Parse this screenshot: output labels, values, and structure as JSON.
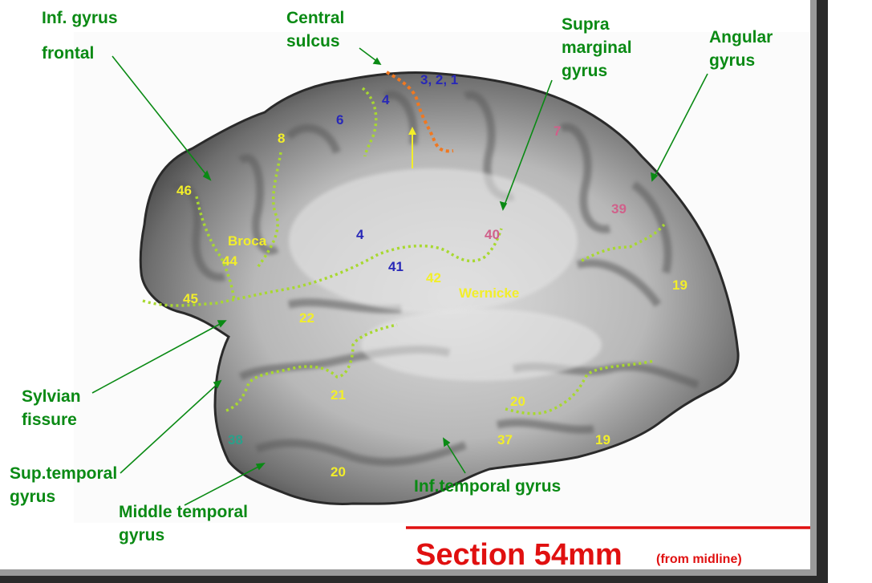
{
  "title": {
    "main": "Section 54mm",
    "sub": "(from midline)"
  },
  "annotations": {
    "inf_gyrus": "Inf. gyrus",
    "frontal": "frontal",
    "central_1": "Central",
    "central_2": "sulcus",
    "supra_1": "Supra",
    "supra_2": "marginal",
    "supra_3": "gyrus",
    "angular_1": "Angular",
    "angular_2": "gyrus",
    "sylvian_1": "Sylvian",
    "sylvian_2": "fissure",
    "suptemp_1": "Sup.temporal",
    "suptemp_2": "gyrus",
    "midtemp_1": "Middle temporal",
    "midtemp_2": "gyrus",
    "inftemp": "Inf.temporal gyrus"
  },
  "areas": {
    "a46": "46",
    "a8": "8",
    "a6": "6",
    "a4_top": "4",
    "a321": "3, 2, 1",
    "a7": "7",
    "a39": "39",
    "a40": "40",
    "a4_mid": "4",
    "a41": "41",
    "a42": "42",
    "a44": "44",
    "a45": "45",
    "a22": "22",
    "a21": "21",
    "a38": "38",
    "a20_low": "20",
    "a20_right": "20",
    "a37": "37",
    "a19_low": "19",
    "a19_right": "19",
    "broca": "Broca",
    "wernicke": "Wernicke"
  },
  "colors": {
    "label_green": "#0a8a14",
    "area_yellow": "#f2ee2a",
    "area_blue": "#2828b8",
    "area_pink": "#d0608a",
    "area_teal": "#2aa08a",
    "title_red": "#e01010",
    "sulcus_dots": "#a8d830",
    "central_dots": "#f07820"
  }
}
